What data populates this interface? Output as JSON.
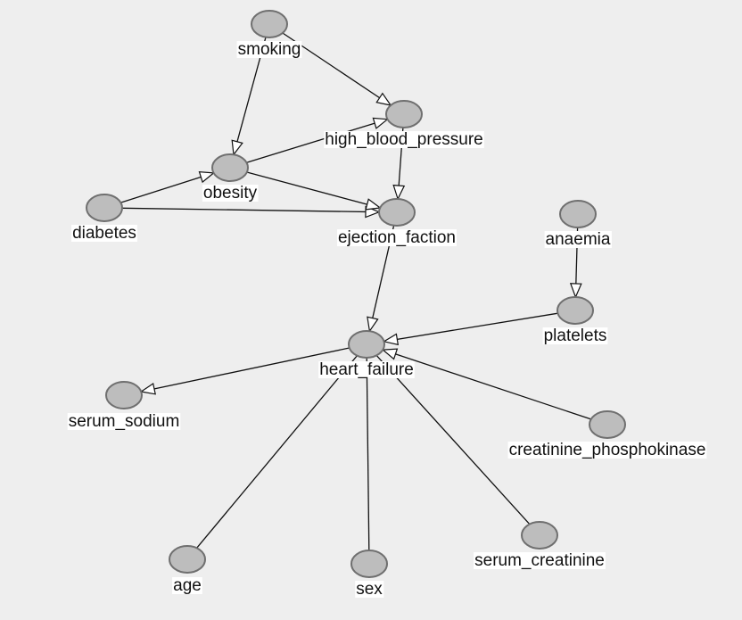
{
  "nodes": [
    {
      "id": "smoking",
      "label": "smoking"
    },
    {
      "id": "high_blood_pressure",
      "label": "high_blood_pressure"
    },
    {
      "id": "obesity",
      "label": "obesity"
    },
    {
      "id": "diabetes",
      "label": "diabetes"
    },
    {
      "id": "ejection_faction",
      "label": "ejection_faction"
    },
    {
      "id": "anaemia",
      "label": "anaemia"
    },
    {
      "id": "platelets",
      "label": "platelets"
    },
    {
      "id": "heart_failure",
      "label": "heart_failure"
    },
    {
      "id": "serum_sodium",
      "label": "serum_sodium"
    },
    {
      "id": "creatinine_phosphokinase",
      "label": "creatinine_phosphokinase"
    },
    {
      "id": "age",
      "label": "age"
    },
    {
      "id": "sex",
      "label": "sex"
    },
    {
      "id": "serum_creatinine",
      "label": "serum_creatinine"
    }
  ],
  "edges": [
    {
      "from": "smoking",
      "to": "high_blood_pressure",
      "directed": true
    },
    {
      "from": "smoking",
      "to": "obesity",
      "directed": true
    },
    {
      "from": "obesity",
      "to": "high_blood_pressure",
      "directed": true
    },
    {
      "from": "diabetes",
      "to": "obesity",
      "directed": true
    },
    {
      "from": "diabetes",
      "to": "ejection_faction",
      "directed": true
    },
    {
      "from": "obesity",
      "to": "ejection_faction",
      "directed": true
    },
    {
      "from": "high_blood_pressure",
      "to": "ejection_faction",
      "directed": true
    },
    {
      "from": "ejection_faction",
      "to": "heart_failure",
      "directed": true
    },
    {
      "from": "anaemia",
      "to": "platelets",
      "directed": true
    },
    {
      "from": "platelets",
      "to": "heart_failure",
      "directed": true
    },
    {
      "from": "heart_failure",
      "to": "serum_sodium",
      "directed": true
    },
    {
      "from": "creatinine_phosphokinase",
      "to": "heart_failure",
      "directed": true
    },
    {
      "from": "age",
      "to": "heart_failure",
      "directed": false
    },
    {
      "from": "sex",
      "to": "heart_failure",
      "directed": false
    },
    {
      "from": "serum_creatinine",
      "to": "heart_failure",
      "directed": false
    }
  ]
}
